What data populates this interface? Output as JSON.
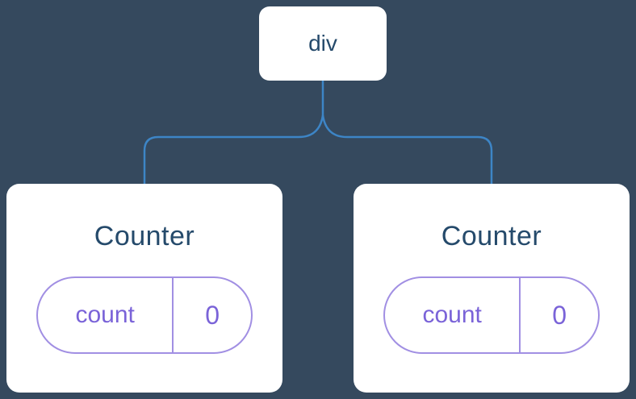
{
  "diagram": {
    "root": {
      "label": "div"
    },
    "children": [
      {
        "title": "Counter",
        "state": {
          "key": "count",
          "value": "0"
        }
      },
      {
        "title": "Counter",
        "state": {
          "key": "count",
          "value": "0"
        }
      }
    ],
    "colors": {
      "page_bg": "#35495E",
      "node_bg": "#FFFFFF",
      "node_text": "#254A6B",
      "connector_color": "#3D85C6",
      "pill_border": "#A18FE3",
      "pill_text": "#7A63D8"
    }
  }
}
